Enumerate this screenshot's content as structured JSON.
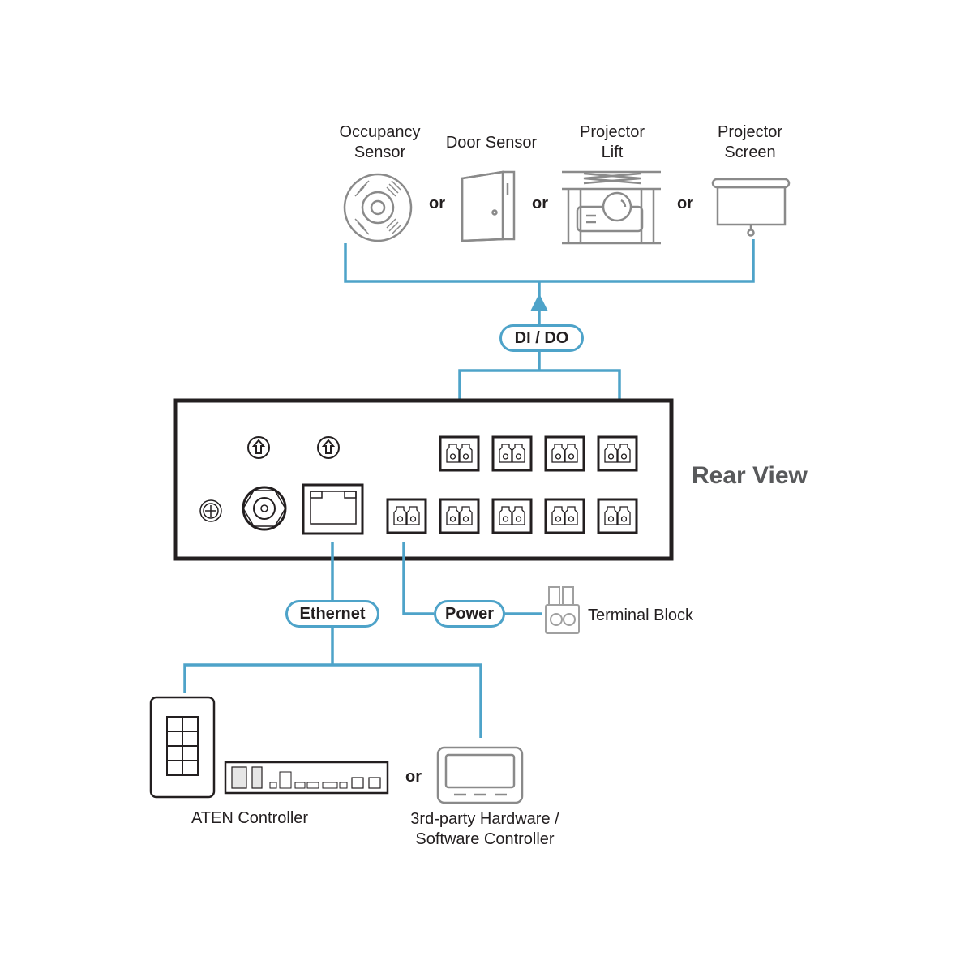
{
  "devices": {
    "occupancy_sensor": {
      "label_line1": "Occupancy",
      "label_line2": "Sensor",
      "icon": "occupancy-sensor-icon"
    },
    "door_sensor": {
      "label": "Door Sensor",
      "icon": "door-icon"
    },
    "projector_lift": {
      "label_line1": "Projector",
      "label_line2": "Lift",
      "icon": "projector-lift-icon"
    },
    "projector_screen": {
      "label_line1": "Projector",
      "label_line2": "Screen",
      "icon": "projector-screen-icon"
    }
  },
  "or_label": "or",
  "connections": {
    "dido": "DI / DO",
    "ethernet": "Ethernet",
    "power": "Power"
  },
  "rear_view_label": "Rear View",
  "terminal_block_label": "Terminal Block",
  "controllers": {
    "aten": "ATEN Controller",
    "third_party_line1": "3rd-party Hardware /",
    "third_party_line2": "Software Controller"
  },
  "colors": {
    "line": "#4ea3c9",
    "device_outline": "#231f20",
    "icon_gray": "#8a8a8a",
    "rear_view_text": "#58595b"
  }
}
